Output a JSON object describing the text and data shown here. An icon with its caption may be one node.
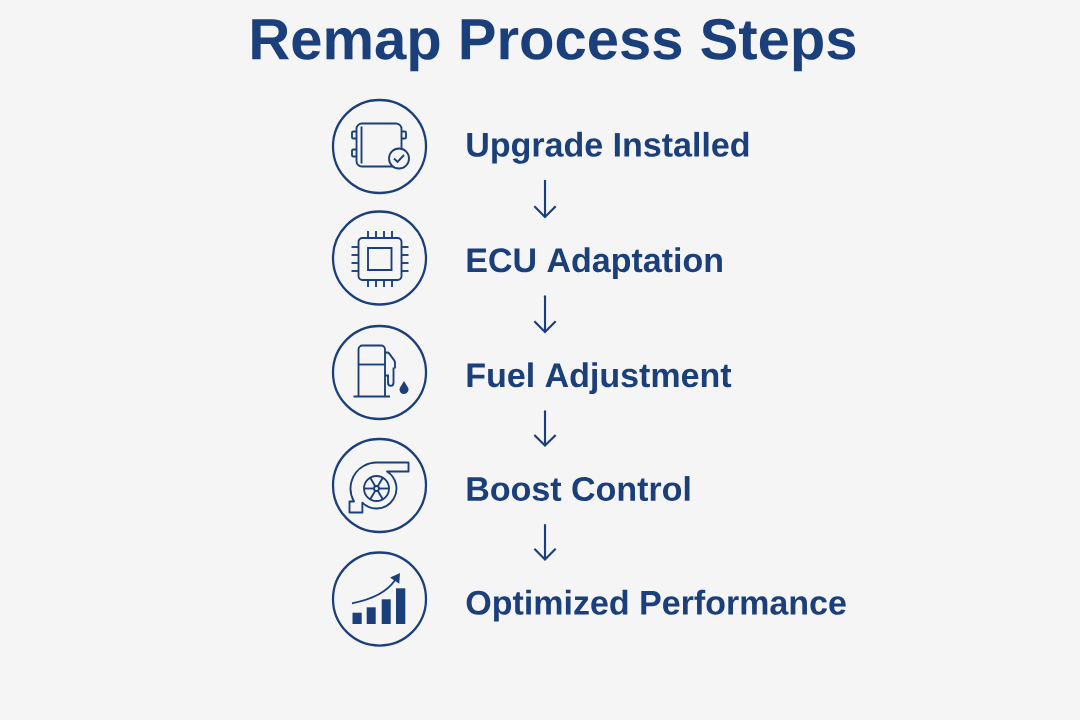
{
  "diagram": {
    "title": "Remap Process Steps",
    "nodes": [
      {
        "text": [
          "Upgrade Installed"
        ]
      },
      {
        "text": [
          "ECU Adaptation"
        ]
      },
      {
        "text": [
          "Fuel Adjustment"
        ]
      },
      {
        "text": [
          "Boost Control"
        ]
      },
      {
        "text": [
          "Optimized Performance"
        ]
      }
    ],
    "edges": [
      {
        "from": 0,
        "to": 1,
        "arrow": "to"
      },
      {
        "from": 1,
        "to": 2,
        "arrow": "to"
      },
      {
        "from": 2,
        "to": 3,
        "arrow": "to"
      },
      {
        "from": 3,
        "to": 4,
        "arrow": "to"
      }
    ]
  }
}
